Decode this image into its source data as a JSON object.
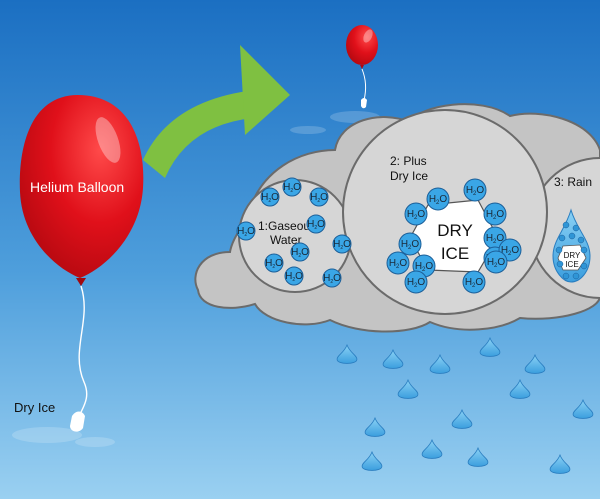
{
  "colors": {
    "sky_top": "#1b6fc2",
    "sky_bottom": "#8fc8ef",
    "balloon": "#e0101a",
    "arrow": "#7fc041",
    "cloud": "#c4c4c4",
    "cloud_stroke": "#6b6b6b",
    "molecule": "#3aa6e6",
    "molecule_stroke": "#1c5f99",
    "raindrop": "#4fb0e8"
  },
  "labels": {
    "balloon": "Helium Balloon",
    "dry_ice": "Dry Ice",
    "step1_line1": "1:Gaseous",
    "step1_line2": "Water",
    "step2_line1": "2: Plus",
    "step2_line2": "Dry Ice",
    "step3": "3: Rain",
    "dry_ice_block_line1": "DRY",
    "dry_ice_block_line2": "ICE",
    "drop_ice_line1": "DRY",
    "drop_ice_line2": "ICE"
  },
  "molecule": {
    "main": "H",
    "sub": "2",
    "tail": "O"
  },
  "icons": {
    "balloon": "balloon-icon",
    "arrow": "curved-arrow-icon",
    "cloud": "cloud-icon",
    "raindrop": "raindrop-icon",
    "molecule": "water-molecule-icon"
  }
}
